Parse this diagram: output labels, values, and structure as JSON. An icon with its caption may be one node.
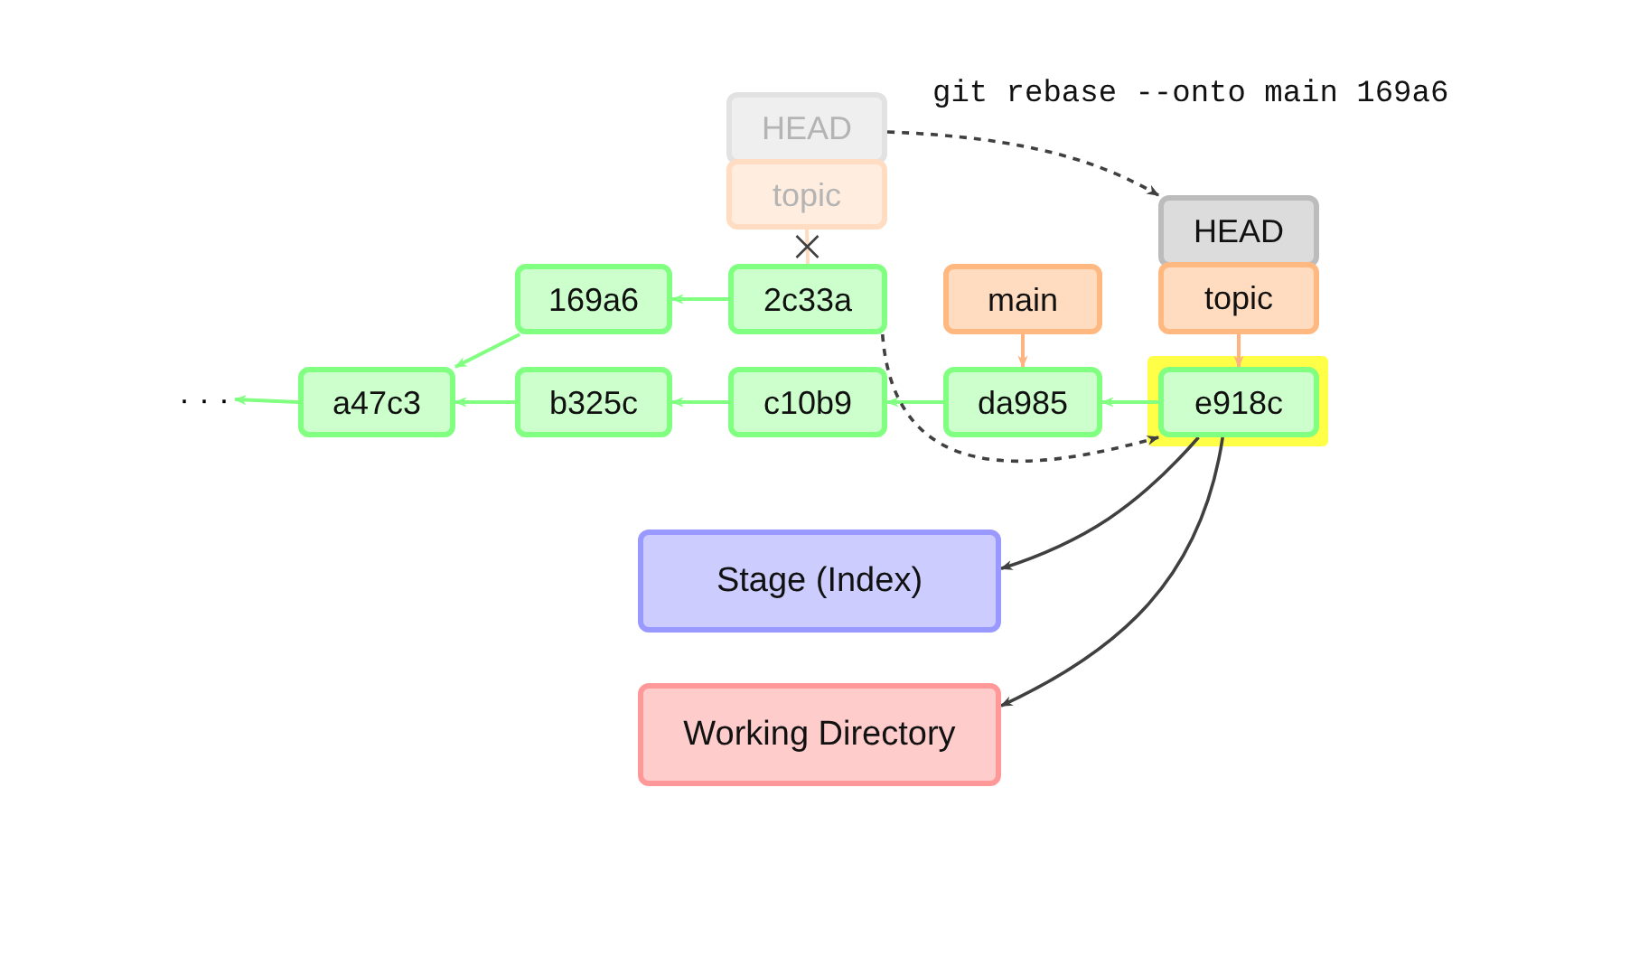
{
  "diagram": {
    "nodes": [
      {
        "text": [
          "HEAD"
        ]
      },
      {
        "text": [
          "topic"
        ]
      },
      {
        "text": [
          "169a6"
        ]
      },
      {
        "text": [
          "2c33a"
        ]
      },
      {
        "text": [
          "· · ·"
        ]
      },
      {
        "text": [
          "a47c3"
        ]
      },
      {
        "text": [
          "b325c"
        ]
      },
      {
        "text": [
          "c10b9"
        ]
      },
      {
        "text": [
          "main"
        ]
      },
      {
        "text": [
          "da985"
        ]
      },
      {
        "text": [
          "HEAD"
        ]
      },
      {
        "text": [
          "topic"
        ]
      },
      {
        "text": [
          "e918c"
        ]
      },
      {
        "text": [
          "Stage (Index)"
        ]
      },
      {
        "text": [
          "Working Directory"
        ]
      }
    ],
    "edges": [
      {
        "from": 3,
        "to": 2,
        "arrow": "to"
      },
      {
        "from": 2,
        "to": 5,
        "arrow": "to"
      },
      {
        "from": 5,
        "to": 4,
        "arrow": "to"
      },
      {
        "from": 6,
        "to": 5,
        "arrow": "to"
      },
      {
        "from": 7,
        "to": 6,
        "arrow": "to"
      },
      {
        "from": 9,
        "to": 7,
        "arrow": "to"
      },
      {
        "from": 12,
        "to": 9,
        "arrow": "to"
      },
      {
        "from": 8,
        "to": 9,
        "arrow": "to",
        "color": "#ffb380"
      },
      {
        "from": 11,
        "to": 12,
        "arrow": "to",
        "color": "#ffb380"
      },
      {
        "from": 1,
        "to": 3,
        "arrow": "none",
        "color": "#ffdcc0"
      },
      {
        "from": 0,
        "to": 10,
        "arrow": "to",
        "style": "dashed",
        "color": "#404040"
      },
      {
        "from": 3,
        "to": 12,
        "arrow": "to",
        "style": "dashed",
        "color": "#404040"
      },
      {
        "from": 12,
        "to": 13,
        "arrow": "to",
        "color": "#404040"
      },
      {
        "from": 12,
        "to": 14,
        "arrow": "to",
        "color": "#404040"
      }
    ],
    "labels": [
      "git rebase --onto main 169a6"
    ]
  }
}
